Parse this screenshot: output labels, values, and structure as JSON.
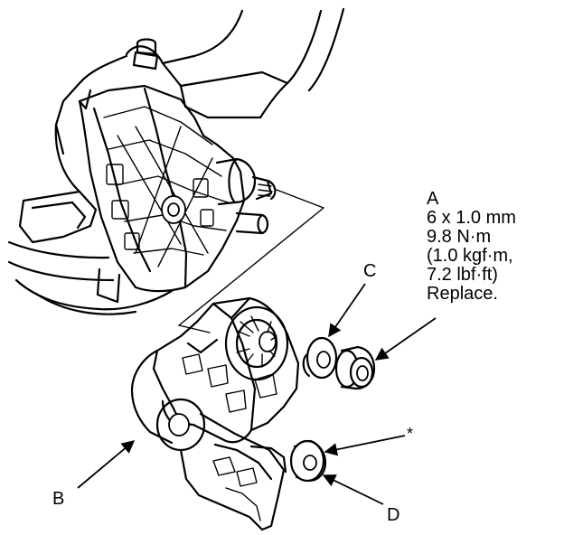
{
  "labels": {
    "a": {
      "letter": "A",
      "size": "6 x 1.0 mm",
      "torque_nm": "9.8 N·m",
      "torque_kgf": "(1.0 kgf·m,",
      "torque_lbf": "7.2 lbf·ft)",
      "note": "Replace."
    },
    "b": "B",
    "c": "C",
    "d": "D",
    "star": "*"
  }
}
